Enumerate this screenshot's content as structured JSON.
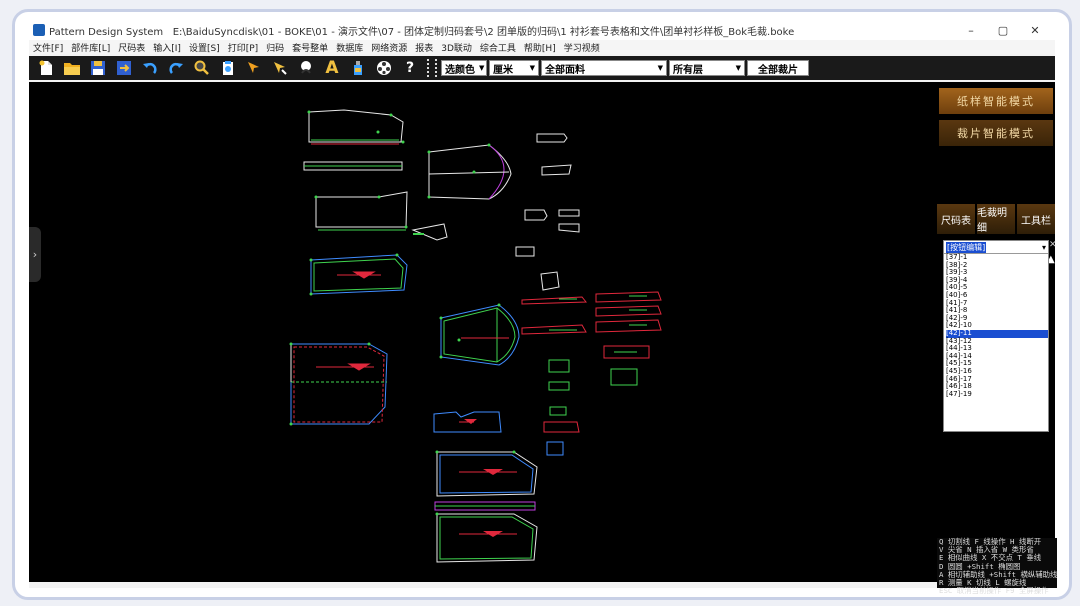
{
  "window": {
    "app_name": "Pattern Design System",
    "title_path": "E:\\BaiduSyncdisk\\01 - BOKE\\01 - 演示文件\\07 - 团体定制归码套号\\2 团单版的归码\\1 衬衫套号表格和文件\\团单衬衫样板_Bok毛裁.boke",
    "controls": {
      "minimize": "–",
      "restore": "▢",
      "close": "✕"
    }
  },
  "menu": [
    "文件[F]",
    "部件库[L]",
    "尺码表",
    "输入[I]",
    "设置[S]",
    "打印[P]",
    "归码",
    "套号整单",
    "数据库",
    "网络资源",
    "报表",
    "3D联动",
    "综合工具",
    "帮助[H]",
    "学习视频"
  ],
  "toolbar": {
    "icons": [
      "new-file",
      "open-folder",
      "save",
      "export",
      "undo",
      "redo",
      "zoom",
      "clipboard",
      "arrow-select",
      "arrow-pick",
      "needle",
      "text-A",
      "bottle",
      "film-reel",
      "help"
    ],
    "help_glyph": "?",
    "text_glyph": "A",
    "color_select": "选颜色",
    "unit_select": "厘米",
    "fabric_select": "全部面料",
    "layer_select": "所有层",
    "all_pieces_button": "全部裁片"
  },
  "panel": {
    "mode_buttons": [
      "纸样智能模式",
      "裁片智能模式"
    ],
    "tabs": [
      "尺码表",
      "毛裁明细",
      "工具栏"
    ],
    "size_header": "[按钮编辑]",
    "sizes": [
      "[37]-1",
      "[38]-2",
      "[39]-3",
      "[39]-4",
      "[40]-5",
      "[40]-6",
      "[41]-7",
      "[41]-8",
      "[42]-9",
      "[42]-10",
      "[42]-11",
      "[43]-12",
      "[44]-13",
      "[44]-14",
      "[45]-15",
      "[45]-16",
      "[46]-17",
      "[46]-18",
      "[47]-19"
    ],
    "selected_size": "[42]-11",
    "hints": [
      "Q 切割线  F 线操作  H 线断开",
      "V 尖省  N 插入省  W 类形省",
      "E 相似曲线  X 不交点  T 垂线",
      "D 圆圆 +Shift 椭圆图",
      "A 相切辅助线 +Shift 横纵辅助线",
      "R 测量  K 切线  L 螺旋线",
      "ESC 取消当前操作  F9 全屏操作"
    ]
  },
  "colors": {
    "toolbar_bg": "#1a1a1a",
    "canvas_bg": "#000000",
    "accent_blue": "#1a4ed1",
    "piece_green": "#3fd34f",
    "piece_blue": "#3f8cff",
    "piece_red": "#e0283c",
    "piece_white": "#e8e8e8",
    "piece_magenta": "#c040e0"
  }
}
